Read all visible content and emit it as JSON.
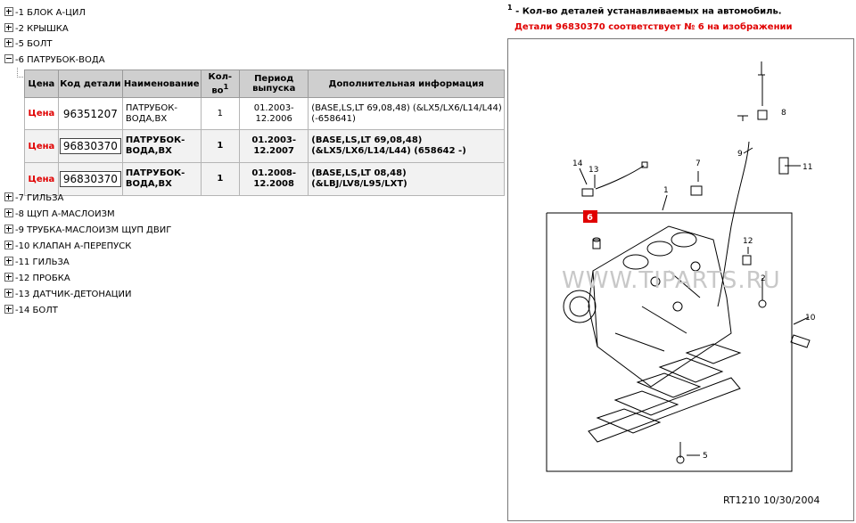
{
  "tree": {
    "items": [
      {
        "label": "-1 БЛОК А-ЦИЛ",
        "expanded": false
      },
      {
        "label": "-2 КРЫШКА",
        "expanded": false
      },
      {
        "label": "-5 БОЛТ",
        "expanded": false
      },
      {
        "label": "-6 ПАТРУБОК-ВОДА",
        "expanded": true
      },
      {
        "label": "-7 ГИЛЬЗА",
        "expanded": false
      },
      {
        "label": "-8 ЩУП А-МАСЛОИЗМ",
        "expanded": false
      },
      {
        "label": "-9 ТРУБКА-МАСЛОИЗМ ЩУП ДВИГ",
        "expanded": false
      },
      {
        "label": "-10 КЛАПАН А-ПЕРЕПУСК",
        "expanded": false
      },
      {
        "label": "-11 ГИЛЬЗА",
        "expanded": false
      },
      {
        "label": "-12 ПРОБКА",
        "expanded": false
      },
      {
        "label": "-13 ДАТЧИК-ДЕТОНАЦИИ",
        "expanded": false
      },
      {
        "label": "-14 БОЛТ",
        "expanded": false
      }
    ]
  },
  "table": {
    "headers": {
      "price": "Цена",
      "code": "Код детали",
      "name": "Наименование",
      "qty": "Кол-во",
      "qty_sup": "1",
      "period": "Период выпуска",
      "info": "Дополнительная информация"
    },
    "rows": [
      {
        "price": "Цена",
        "code": "96351207",
        "name": "ПАТРУБОК-ВОДА,ВХ",
        "qty": "1",
        "period": "01.2003-12.2006",
        "info": "(BASE,LS,LT 69,08,48) (&LX5/LX6/L14/L44) (-658641)"
      },
      {
        "price": "Цена",
        "code": "96830370",
        "name": "ПАТРУБОК-ВОДА,ВХ",
        "qty": "1",
        "period": "01.2003-12.2007",
        "info": "(BASE,LS,LT 69,08,48) (&LX5/LX6/L14/L44) (658642 -)"
      },
      {
        "price": "Цена",
        "code": "96830370",
        "name": "ПАТРУБОК-ВОДА,ВХ",
        "qty": "1",
        "period": "01.2008-12.2008",
        "info": "(BASE,LS,LT 08,48) (&LBJ/LV8/L95/LXT)"
      }
    ]
  },
  "note": {
    "sup": "1",
    "text": "- Кол-во деталей устанавливаемых на автомобиль.",
    "highlight": "Детали 96830370 соответствует № 6 на изображении"
  },
  "diagram": {
    "watermark": "WWW.TIPARTS.RU",
    "caption": "RT1210  10/30/2004",
    "callouts": [
      "14",
      "13",
      "7",
      "11",
      "8",
      "9",
      "1",
      "6",
      "12",
      "2",
      "10",
      "5"
    ],
    "highlight_callout": "6",
    "highlight_color": "#e00000"
  },
  "colors": {
    "price": "#e00000",
    "header_bg": "#cfcfcf"
  }
}
